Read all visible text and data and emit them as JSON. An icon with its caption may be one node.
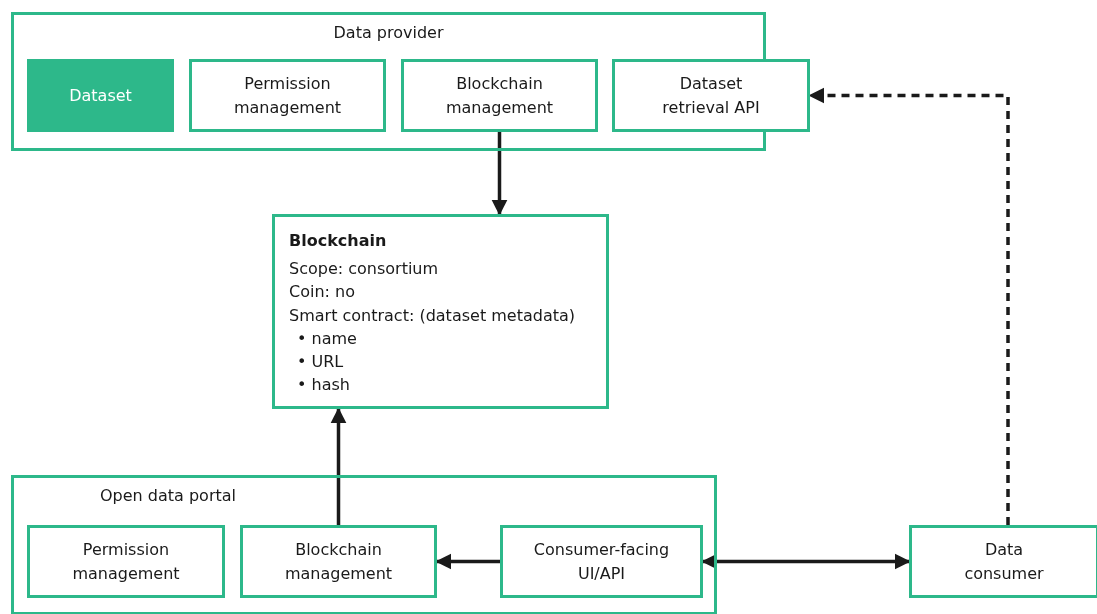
{
  "diagram": {
    "nodes": [
      {
        "text": [
          "Data provider"
        ]
      },
      {
        "text": [
          "Dataset"
        ],
        "in": 0
      },
      {
        "text": [
          "Permission management"
        ],
        "in": 0
      },
      {
        "text": [
          "Blockchain management"
        ],
        "in": 0
      },
      {
        "text": [
          "Dataset retrieval API"
        ]
      },
      {
        "text": [
          "Blockchain",
          "Scope: consortium",
          "Coin: no",
          "Smart contract: (dataset metadata)",
          "• name",
          "• URL",
          "• hash"
        ]
      },
      {
        "text": [
          "Open data portal"
        ]
      },
      {
        "text": [
          "Permission management"
        ],
        "in": 6
      },
      {
        "text": [
          "Blockchain management"
        ],
        "in": 6
      },
      {
        "text": [
          "Consumer-facing UI/API"
        ],
        "in": 6
      },
      {
        "text": [
          "Data consumer"
        ]
      }
    ],
    "edges": [
      {
        "from": 3,
        "to": 5,
        "arrow": "to"
      },
      {
        "from": 8,
        "to": 5,
        "arrow": "to"
      },
      {
        "from": 9,
        "to": 8,
        "arrow": "to"
      },
      {
        "from": 9,
        "to": 10,
        "arrow": "both"
      },
      {
        "from": 10,
        "to": 4,
        "arrow": "to",
        "style": "dashed"
      }
    ]
  }
}
